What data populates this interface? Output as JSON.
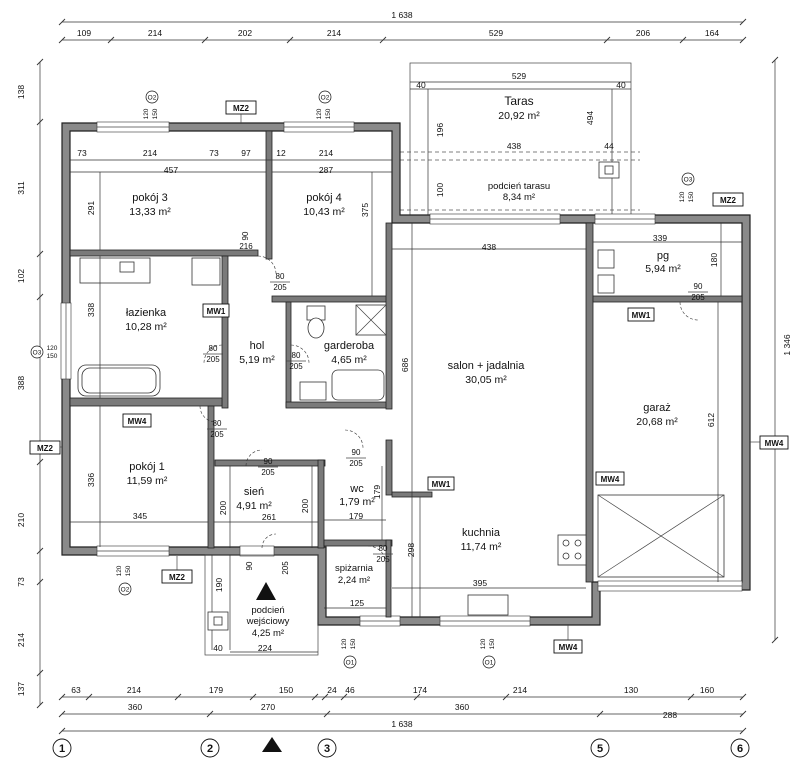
{
  "overall": {
    "top_total": "1 638",
    "bottom_total": "1 638",
    "right_total": "1 346"
  },
  "top_dims": [
    "109",
    "214",
    "202",
    "214",
    "529",
    "206",
    "164"
  ],
  "bottom_dims_1": [
    "63",
    "214",
    "179",
    "150",
    "24",
    "46",
    "174",
    "214",
    "130",
    "160"
  ],
  "bottom_dims_2": [
    "360",
    "270",
    "360",
    "288"
  ],
  "left_dims": [
    "138",
    "311",
    "102",
    "388",
    "210",
    "73",
    "214",
    "137"
  ],
  "axes": [
    "1",
    "2",
    "3",
    "5",
    "6"
  ],
  "rooms": [
    {
      "name": "Taras",
      "area": "20,92 m²"
    },
    {
      "name": "podcień tarasu",
      "area": "8,34 m²"
    },
    {
      "name": "pokój 3",
      "area": "13,33 m²"
    },
    {
      "name": "pokój 4",
      "area": "10,43 m²"
    },
    {
      "name": "łazienka",
      "area": "10,28 m²"
    },
    {
      "name": "hol",
      "area": "5,19 m²"
    },
    {
      "name": "garderoba",
      "area": "4,65 m²"
    },
    {
      "name": "salon + jadalnia",
      "area": "30,05 m²"
    },
    {
      "name": "pg",
      "area": "5,94 m²"
    },
    {
      "name": "garaż",
      "area": "20,68 m²"
    },
    {
      "name": "pokój 1",
      "area": "11,59 m²"
    },
    {
      "name": "sień",
      "area": "4,91 m²"
    },
    {
      "name": "wc",
      "area": "1,79 m²"
    },
    {
      "name": "kuchnia",
      "area": "11,74 m²"
    },
    {
      "name": "spiżarnia",
      "area": "2,24 m²"
    },
    {
      "name": "podcień wejściowy",
      "area": "4,25 m²"
    }
  ],
  "porch_label_lines": [
    "podcień",
    "wejściowy"
  ],
  "inner_dims": [
    "529",
    "40",
    "40",
    "196",
    "494",
    "438",
    "44",
    "100",
    "73",
    "214",
    "73",
    "97",
    "12",
    "214",
    "457",
    "287",
    "291",
    "375",
    "438",
    "339",
    "180",
    "338",
    "686",
    "612",
    "336",
    "345",
    "200",
    "200",
    "261",
    "179",
    "179",
    "298",
    "395",
    "125",
    "190",
    "224",
    "40"
  ],
  "doors": [
    {
      "w": "90",
      "h": "216"
    },
    {
      "w": "80",
      "h": "205"
    },
    {
      "w": "80",
      "h": "205"
    },
    {
      "w": "80",
      "h": "205"
    },
    {
      "w": "80",
      "h": "205"
    },
    {
      "w": "90",
      "h": "205"
    },
    {
      "w": "90",
      "h": "205"
    },
    {
      "w": "80",
      "h": "205"
    },
    {
      "w": "90",
      "h": "205"
    },
    {
      "w": "90",
      "h": "205"
    }
  ],
  "wall_tags": [
    "MZ2",
    "MZ2",
    "MZ2",
    "MZ2",
    "MW1",
    "MW1",
    "MW1",
    "MW4",
    "MW4",
    "MW4",
    "MW4"
  ],
  "window_tags": [
    {
      "type": "O2",
      "w": "120",
      "h": "150"
    },
    {
      "type": "O2",
      "w": "120",
      "h": "150"
    },
    {
      "type": "O3",
      "w": "120",
      "h": "150"
    },
    {
      "type": "O3",
      "w": "120",
      "h": "150"
    },
    {
      "type": "O2",
      "w": "120",
      "h": "150"
    },
    {
      "type": "O1",
      "w": "120",
      "h": "150"
    },
    {
      "type": "O1",
      "w": "120",
      "h": "150"
    }
  ],
  "colors": {
    "wall": "#8a8a8a",
    "line": "#333333",
    "background": "#ffffff"
  }
}
